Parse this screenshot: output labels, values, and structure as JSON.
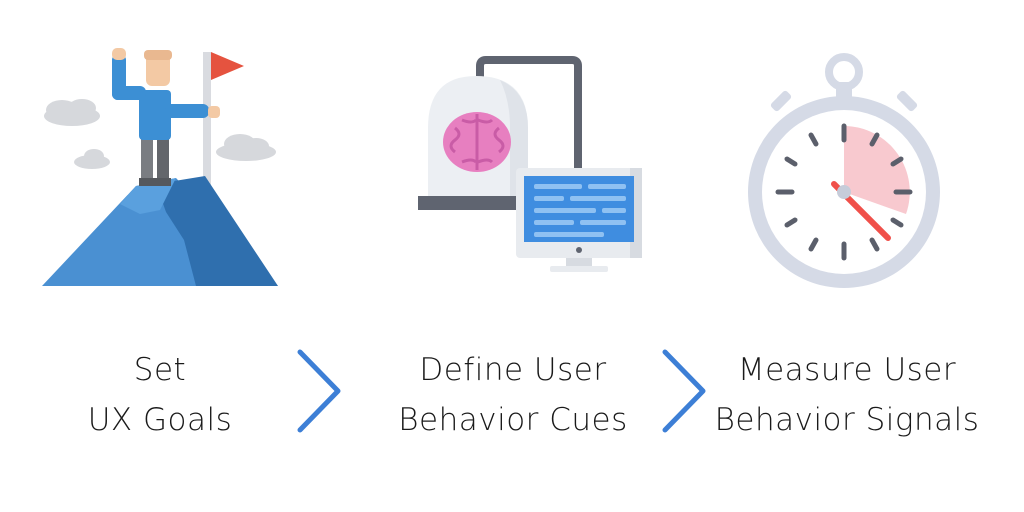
{
  "steps": [
    {
      "line1": "Set",
      "line2": "UX Goals",
      "icon": "mountain-flag-icon"
    },
    {
      "line1": "Define User",
      "line2": "Behavior Cues",
      "icon": "brain-computer-icon"
    },
    {
      "line1": "Measure User",
      "line2": "Behavior Signals",
      "icon": "stopwatch-icon"
    }
  ],
  "connector_icon": "chevron-right-icon",
  "colors": {
    "mountain_light": "#4a90d2",
    "mountain_dark": "#2f6fae",
    "cloud": "#d6d8dc",
    "person_shirt": "#3c8fd4",
    "person_skin": "#f3c9a4",
    "person_pants": "#7a7d82",
    "flag": "#e5533f",
    "pole": "#d9dbe0",
    "brain": "#e77fc0",
    "brain_dark": "#c95ca6",
    "jar": "#eceff3",
    "monitor_screen": "#3f8de0",
    "monitor_frame": "#e8ebef",
    "stopwatch_ring": "#d5dae6",
    "stopwatch_face": "#ffffff",
    "stopwatch_sector": "#f8c9cf",
    "stopwatch_hand": "#f0504a",
    "stopwatch_ticks": "#5b5f6b",
    "chevron": "#3d7fd6",
    "text": "#1a1a1a"
  }
}
